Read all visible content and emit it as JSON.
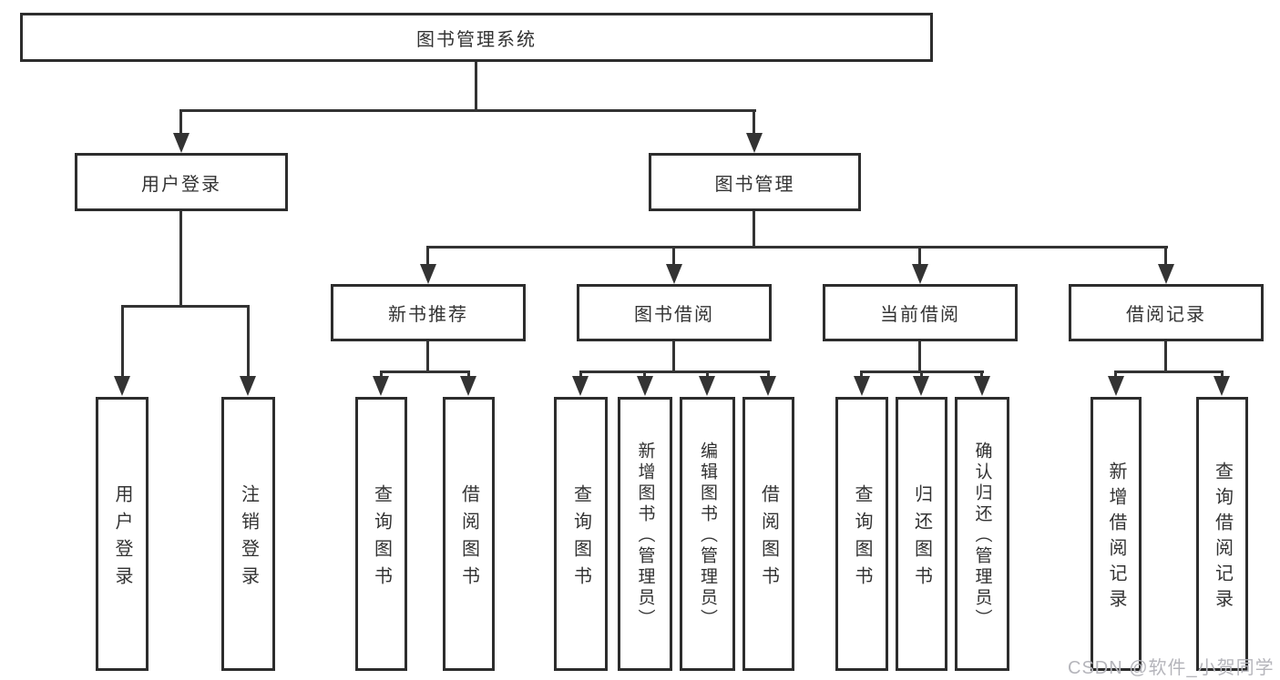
{
  "tree": {
    "root": {
      "label": "图书管理系统"
    },
    "branches": [
      {
        "label": "用户登录",
        "children": [
          {
            "label": "用户登录"
          },
          {
            "label": "注销登录"
          }
        ]
      },
      {
        "label": "图书管理",
        "sections": [
          {
            "label": "新书推荐",
            "children": [
              {
                "label": "查询图书"
              },
              {
                "label": "借阅图书"
              }
            ]
          },
          {
            "label": "图书借阅",
            "children": [
              {
                "label": "查询图书"
              },
              {
                "label": "新增图书（管理员）"
              },
              {
                "label": "编辑图书（管理员）"
              },
              {
                "label": "借阅图书"
              }
            ]
          },
          {
            "label": "当前借阅",
            "children": [
              {
                "label": "查询图书"
              },
              {
                "label": "归还图书"
              },
              {
                "label": "确认归还（管理员）"
              }
            ]
          },
          {
            "label": "借阅记录",
            "children": [
              {
                "label": "新增借阅记录"
              },
              {
                "label": "查询借阅记录"
              }
            ]
          }
        ]
      }
    ]
  },
  "watermark": {
    "text": "CSDN @软件_小贺同学"
  },
  "colors": {
    "line": "#333333",
    "box_border": "#2d2d2d",
    "text": "#333333",
    "watermark": "#b5b5bb",
    "background": "#ffffff"
  }
}
